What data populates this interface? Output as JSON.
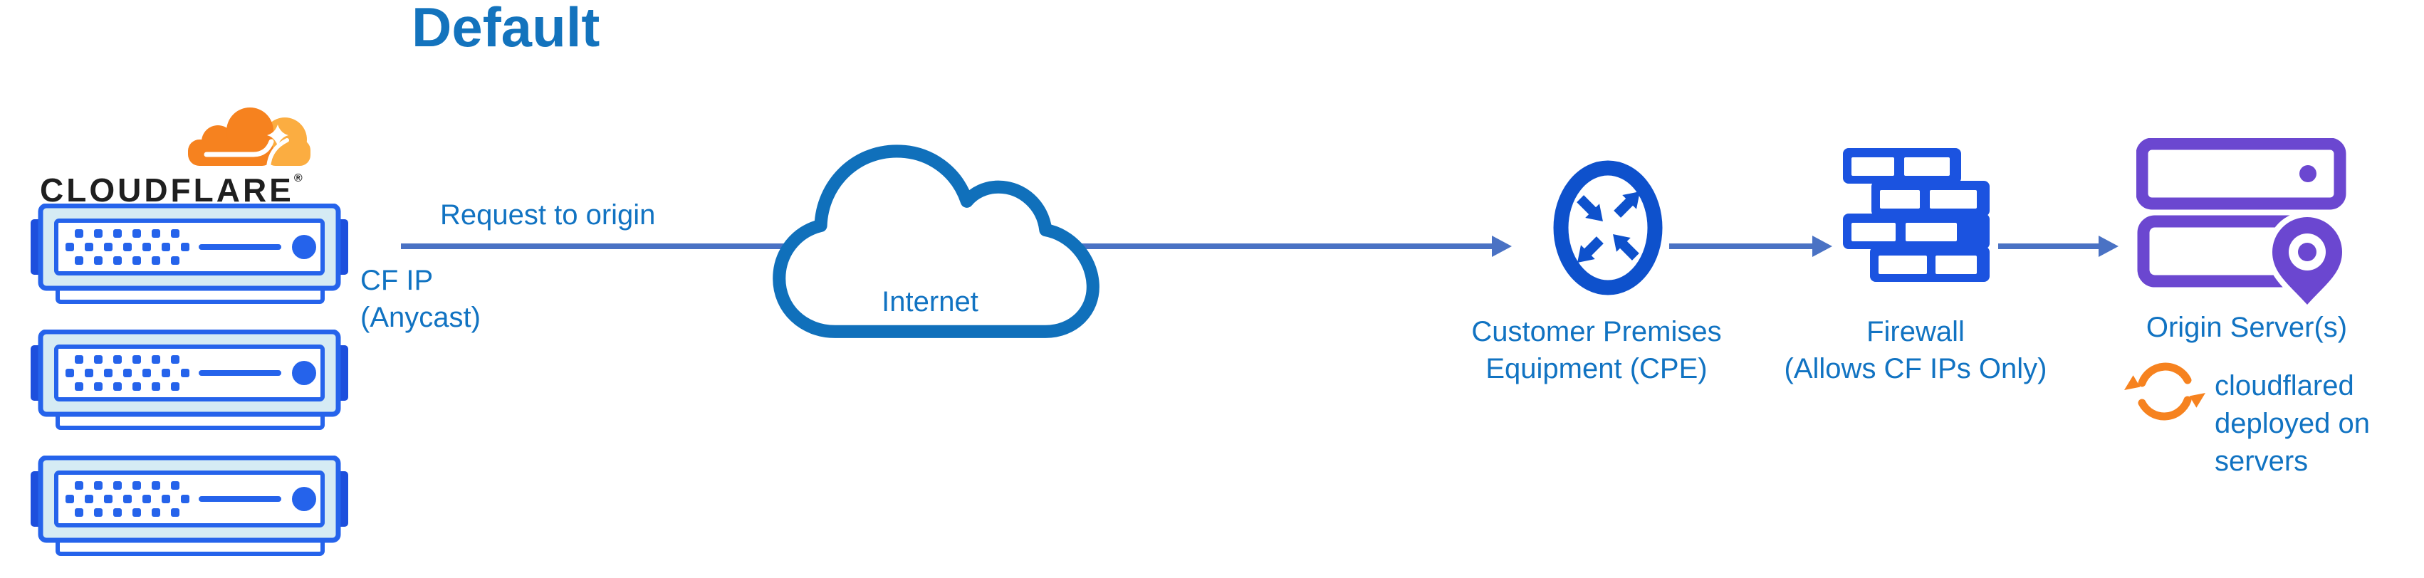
{
  "title": "Default",
  "logo": {
    "wordmark": "CLOUDFLARE",
    "registered": "®"
  },
  "edges": {
    "request_label": "Request to origin",
    "cf_ip_line1": "CF IP",
    "cf_ip_line2": "(Anycast)"
  },
  "nodes": {
    "internet": {
      "label": "Internet"
    },
    "cpe": {
      "line1": "Customer Premises",
      "line2": "Equipment (CPE)"
    },
    "firewall": {
      "line1": "Firewall",
      "line2": "(Allows CF IPs Only)"
    },
    "origin": {
      "label": "Origin Server(s)"
    },
    "cloudflared": {
      "line1": "cloudflared",
      "line2": "deployed on",
      "line3": "servers"
    }
  },
  "colors": {
    "title_blue": "#1373bd",
    "label_blue": "#1173c2",
    "connector_blue": "#4a72c4",
    "server_border_blue": "#2563eb",
    "server_tab_blue": "#1d4fdd",
    "server_fill_light": "#d5ebf4",
    "cpe_blue": "#0e51cc",
    "firewall_blue": "#1b53e0",
    "internet_cloud_blue": "#1070bb",
    "origin_purple": "#6b47d0",
    "cloudflare_orange": "#f6821f",
    "cloudflare_orange_light": "#fbad41",
    "wordmark_black": "#1f1f1f"
  }
}
